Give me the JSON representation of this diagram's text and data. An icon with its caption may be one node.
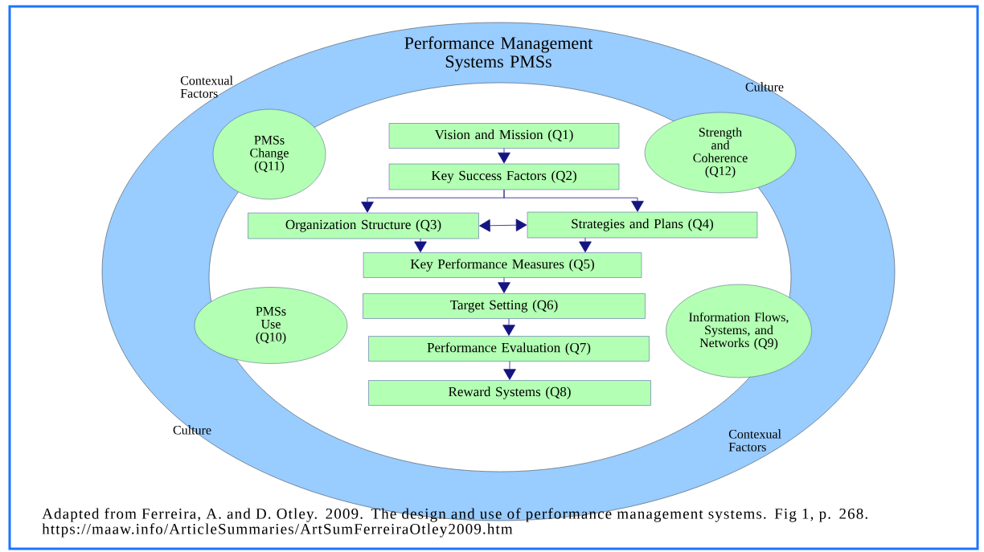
{
  "diagram": {
    "caption": "Adapted from Ferreira, A. and D. Otley. 2009. The design and use of performance management systems. Fig 1, p. 268. https://maaw.info/ArticleSummaries/ArtSumFerreiraOtley2009.htm",
    "nodes": [
      {
        "text": [
          "Performance Management Systems PMSs"
        ]
      },
      {
        "text": [
          "PMSs Change (Q11)"
        ],
        "in": 0
      },
      {
        "text": [
          "Vision and Mission (Q1)"
        ],
        "in": 0
      },
      {
        "text": [
          "Strength and Coherence (Q12)"
        ],
        "in": 0
      },
      {
        "text": [
          "Key Success Factors (Q2)"
        ],
        "in": 0
      },
      {
        "text": [
          "Organization Structure (Q3)"
        ],
        "in": 0
      },
      {
        "text": [
          "Strategies and Plans (Q4)"
        ],
        "in": 0
      },
      {
        "text": [
          "Key Performance Measures (Q5)"
        ],
        "in": 0
      },
      {
        "text": [
          "PMSs Use (Q10)"
        ],
        "in": 0
      },
      {
        "text": [
          "Target Setting (Q6)"
        ],
        "in": 0
      },
      {
        "text": [
          "Information Flows, Systems, and Networks (Q9)"
        ],
        "in": 0
      },
      {
        "text": [
          "Performance Evaluation (Q7)"
        ],
        "in": 0
      },
      {
        "text": [
          "Reward Systems (Q8)"
        ],
        "in": 0
      }
    ],
    "edges": [
      {
        "from": 2,
        "to": 4,
        "arrow": "to"
      },
      {
        "from": 4,
        "to": 5,
        "arrow": "to"
      },
      {
        "from": 4,
        "to": 6,
        "arrow": "to"
      },
      {
        "from": 5,
        "to": 6,
        "arrow": "both"
      },
      {
        "from": 5,
        "to": 7,
        "arrow": "to"
      },
      {
        "from": 6,
        "to": 7,
        "arrow": "to"
      },
      {
        "from": 7,
        "to": 9,
        "arrow": "to"
      },
      {
        "from": 9,
        "to": 11,
        "arrow": "to"
      },
      {
        "from": 11,
        "to": 12,
        "arrow": "to"
      }
    ],
    "labels": [
      "Contexual Factors",
      "Culture",
      "Culture",
      "Contexual Factors"
    ]
  }
}
